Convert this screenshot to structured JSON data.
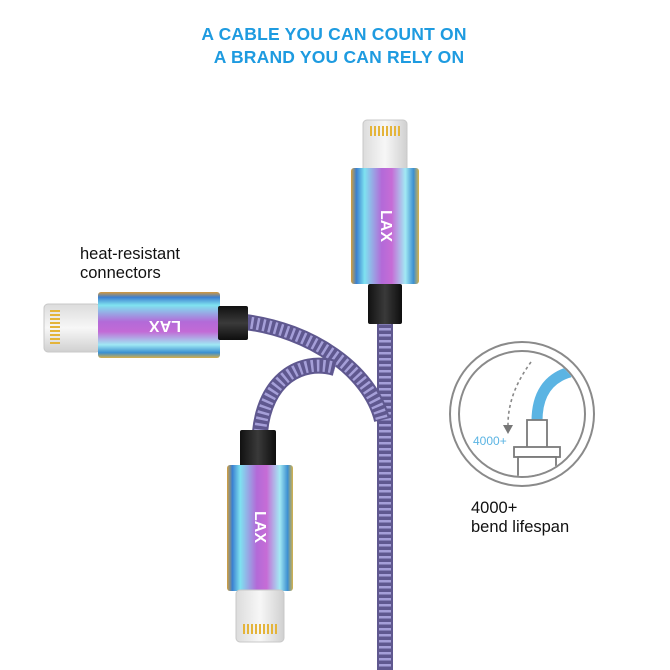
{
  "headline": {
    "line1": "A CABLE YOU CAN COUNT ON",
    "line2": "A BRAND YOU CAN RELY ON",
    "color": "#1e9be0"
  },
  "callouts": {
    "heat_resistant": {
      "line1": "heat-resistant",
      "line2": "connectors"
    },
    "bend_lifespan": {
      "line1": "4000+",
      "line2": "bend lifespan",
      "icon_label": "4000+",
      "icon_accent": "#5bb4e3"
    }
  },
  "product": {
    "brand_mark": "LAX",
    "connector_type": "lightning-connector",
    "connector_count": 3,
    "cable_color": "#8c86c6"
  }
}
